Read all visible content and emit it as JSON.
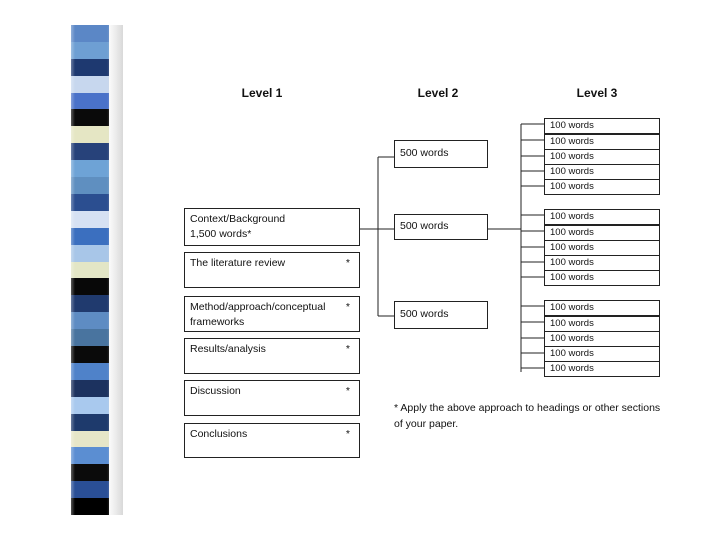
{
  "decoration": {
    "stripe_colors": [
      "#5b87c6",
      "#6e9fd3",
      "#1e3970",
      "#c7d7ee",
      "#4a72c9",
      "#0a0a0a",
      "#e5e6c4",
      "#27427a",
      "#6ea3d6",
      "#5f8fc0",
      "#2b4e90",
      "#d6e1f3",
      "#3b6fbf",
      "#a8c6e8",
      "#e3e6c6",
      "#080808",
      "#203a6e",
      "#5e8cc3",
      "#49749f",
      "#0a0a0a",
      "#4f82c9",
      "#1c325f",
      "#a9c9ee",
      "#1e3a6c",
      "#e6e6c8",
      "#5b8ed2",
      "#0b0b0b",
      "#2a4f96",
      "#000000"
    ]
  },
  "headings": {
    "level1": "Level 1",
    "level2": "Level 2",
    "level3": "Level 3"
  },
  "level1": [
    {
      "line1": "Context/Background",
      "line2": "1,500 words*",
      "star": ""
    },
    {
      "line1": "The literature review",
      "line2": "",
      "star": "*"
    },
    {
      "line1": "Method/approach/conceptual",
      "line2": "frameworks",
      "star": "*"
    },
    {
      "line1": "Results/analysis",
      "line2": "",
      "star": "*"
    },
    {
      "line1": "Discussion",
      "line2": "",
      "star": "*"
    },
    {
      "line1": "Conclusions",
      "line2": "",
      "star": "*"
    }
  ],
  "level2": [
    "500 words",
    "500 words",
    "500 words"
  ],
  "level3": [
    [
      "100 words",
      "100 words",
      "100 words",
      "100 words",
      "100 words"
    ],
    [
      "100 words",
      "100 words",
      "100 words",
      "100 words",
      "100 words"
    ],
    [
      "100 words",
      "100 words",
      "100 words",
      "100 words",
      "100 words"
    ]
  ],
  "note": {
    "line1": "* Apply the above approach to headings or other sections",
    "line2": "of your paper."
  }
}
